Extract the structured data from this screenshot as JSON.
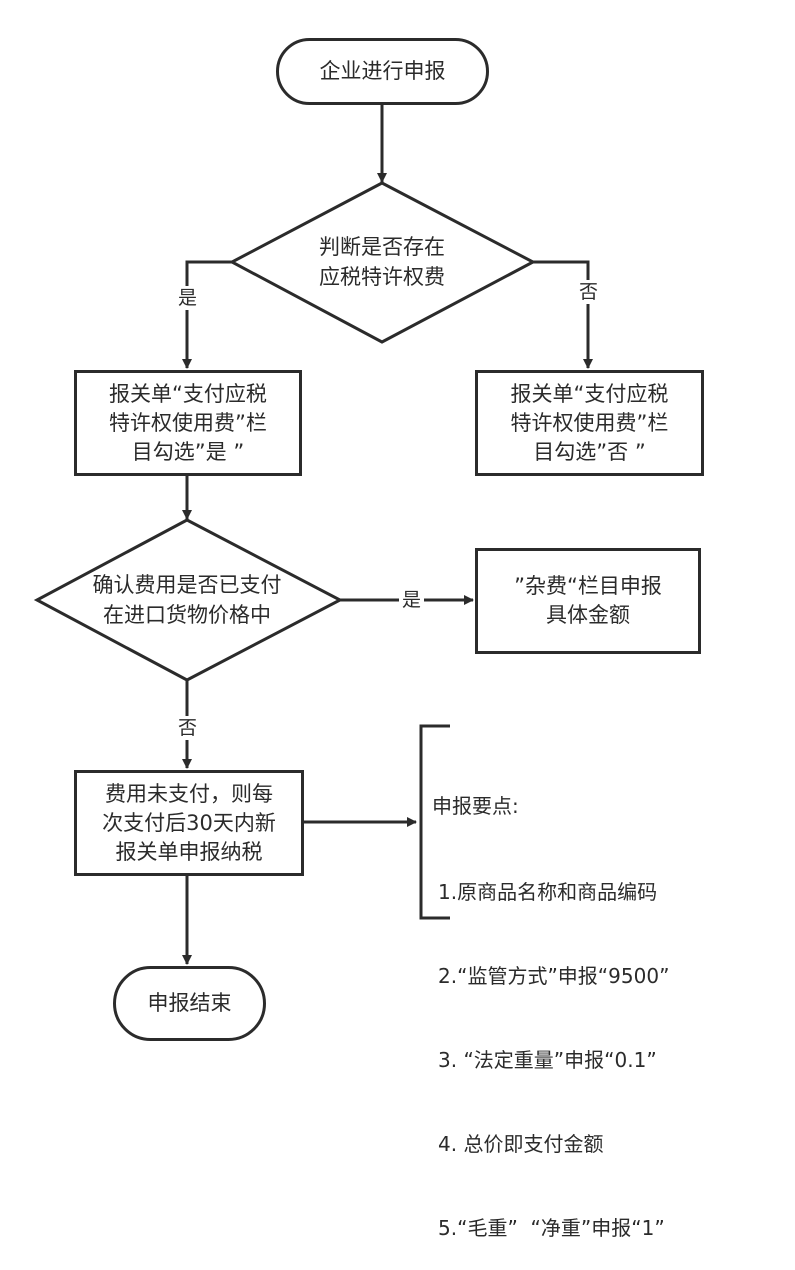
{
  "flowchart": {
    "start": {
      "text": "企业进行申报"
    },
    "decision1": {
      "lines": [
        "判断是否存在",
        "应税特许权费"
      ]
    },
    "branch_yes_1": {
      "label": "是"
    },
    "branch_no_1": {
      "label": "否"
    },
    "process_yes": {
      "lines": [
        "报关单“支付应税",
        "特许权使用费”栏",
        "目勾选”是 ”"
      ]
    },
    "process_no": {
      "lines": [
        "报关单“支付应税",
        "特许权使用费”栏",
        "目勾选”否 ”"
      ]
    },
    "decision2": {
      "lines": [
        "确认费用是否已支付",
        "在进口货物价格中"
      ]
    },
    "branch_yes_2": {
      "label": "是"
    },
    "process_misc": {
      "lines": [
        "”杂费“栏目申报",
        "具体金额"
      ]
    },
    "branch_no_2": {
      "label": "否"
    },
    "process_unpaid": {
      "lines": [
        "费用未支付，则每",
        "次支付后30天内新",
        "报关单申报纳税"
      ]
    },
    "note": {
      "title": "申报要点:",
      "items": [
        "1.原商品名称和商品编码",
        "2.“监管方式”申报“9500”",
        "3. “法定重量”申报“0.1”",
        "4. 总价即支付金额",
        "5.“毛重”  “净重”申报“1”"
      ]
    },
    "end": {
      "text": "申报结束"
    }
  },
  "colors": {
    "stroke": "#2b2b2b",
    "background": "#ffffff"
  }
}
